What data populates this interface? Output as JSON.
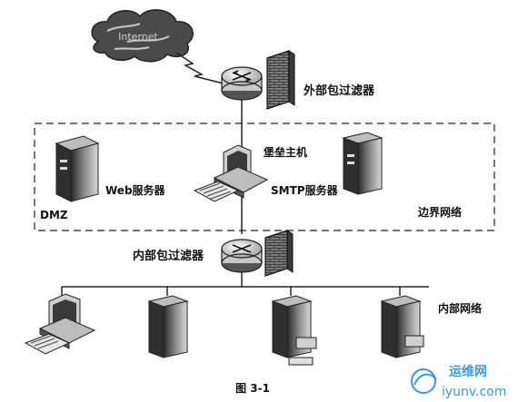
{
  "diagram": {
    "cloud_text": "Internet",
    "labels": {
      "external_filter": "外部包过滤器",
      "bastion_host": "堡垒主机",
      "web_server": "Web服务器",
      "smtp_server": "SMTP服务器",
      "dmz": "DMZ",
      "perimeter_network": "边界网络",
      "internal_filter": "内部包过滤器",
      "internal_network": "内部网络",
      "figure_caption": "图 3-1"
    },
    "watermark": {
      "site_name": "运维网",
      "site_url": "iyunv.com",
      "color": "#3a9ad9"
    }
  }
}
